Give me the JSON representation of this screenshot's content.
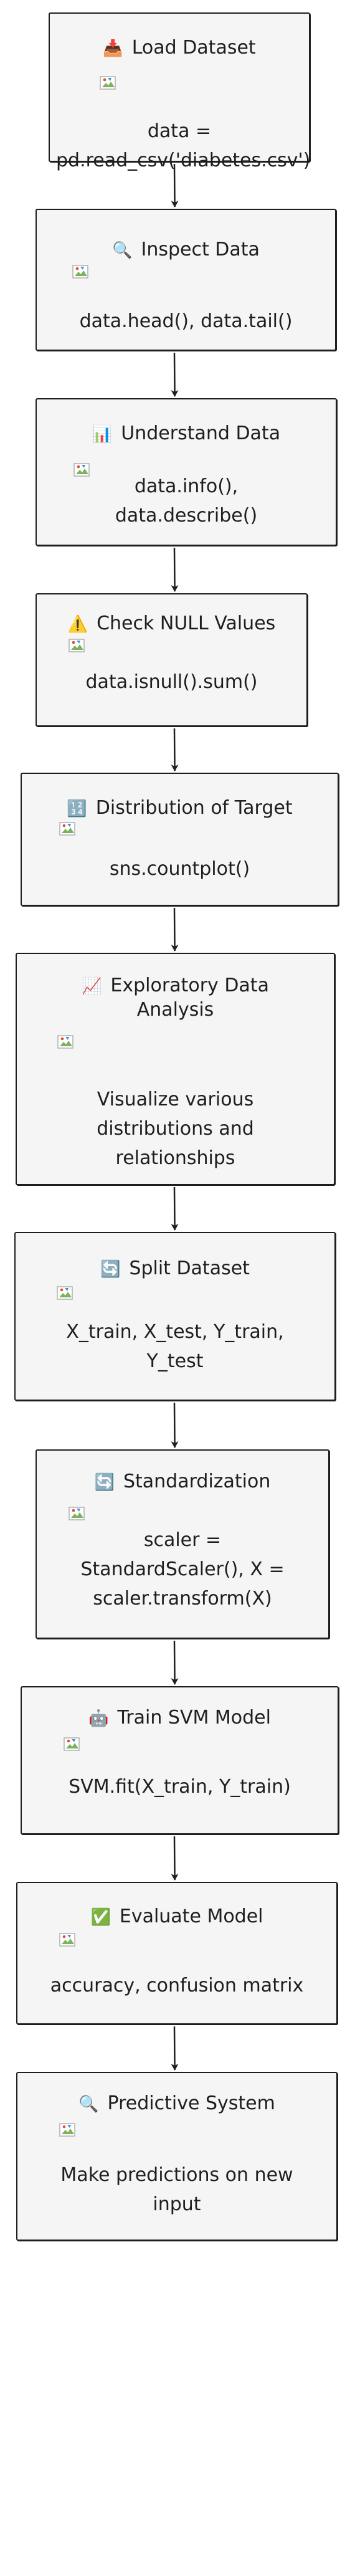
{
  "flowchart": {
    "nodes": [
      {
        "id": "load",
        "icon": "inbox-tray-icon",
        "emoji": "📥",
        "title": "Load Dataset",
        "body": [
          "data =",
          "pd.read_csv('diabetes.csv')"
        ]
      },
      {
        "id": "inspect",
        "icon": "magnifier-icon",
        "emoji": "🔍",
        "title": "Inspect Data",
        "body": [
          "data.head(), data.tail()"
        ]
      },
      {
        "id": "understand",
        "icon": "bar-chart-icon",
        "emoji": "📊",
        "title": "Understand Data",
        "body": [
          "data.info(),",
          "data.describe()"
        ]
      },
      {
        "id": "nulls",
        "icon": "warning-icon",
        "emoji": "⚠️",
        "title": "Check NULL Values",
        "body": [
          "data.isnull().sum()"
        ]
      },
      {
        "id": "target",
        "icon": "numbers-icon",
        "emoji": "🔢",
        "title": "Distribution of Target",
        "body": [
          "sns.countplot()"
        ]
      },
      {
        "id": "eda",
        "icon": "trend-chart-icon",
        "emoji": "📈",
        "title": [
          "Exploratory Data",
          "Analysis"
        ],
        "body": [
          "Visualize various",
          "distributions and",
          "relationships"
        ]
      },
      {
        "id": "split",
        "icon": "cycle-icon",
        "emoji": "🔄",
        "title": "Split Dataset",
        "body": [
          "X_train, X_test, Y_train,",
          "Y_test"
        ]
      },
      {
        "id": "standardize",
        "icon": "cycle-icon",
        "emoji": "🔄",
        "title": "Standardization",
        "body": [
          "scaler =",
          "StandardScaler(), X =",
          "scaler.transform(X)"
        ]
      },
      {
        "id": "train",
        "icon": "robot-icon",
        "emoji": "🤖",
        "title": "Train SVM Model",
        "body": [
          "SVM.fit(X_train, Y_train)"
        ]
      },
      {
        "id": "evaluate",
        "icon": "check-mark-icon",
        "emoji": "✅",
        "title": "Evaluate Model",
        "body": [
          "accuracy, confusion matrix"
        ]
      },
      {
        "id": "predict",
        "icon": "magnifier-icon",
        "emoji": "🔍",
        "title": "Predictive System",
        "body": [
          "Make predictions on new",
          "input"
        ]
      }
    ],
    "edges": [
      [
        "load",
        "inspect"
      ],
      [
        "inspect",
        "understand"
      ],
      [
        "understand",
        "nulls"
      ],
      [
        "nulls",
        "target"
      ],
      [
        "target",
        "eda"
      ],
      [
        "eda",
        "split"
      ],
      [
        "split",
        "standardize"
      ],
      [
        "standardize",
        "train"
      ],
      [
        "train",
        "evaluate"
      ],
      [
        "evaluate",
        "predict"
      ]
    ]
  }
}
